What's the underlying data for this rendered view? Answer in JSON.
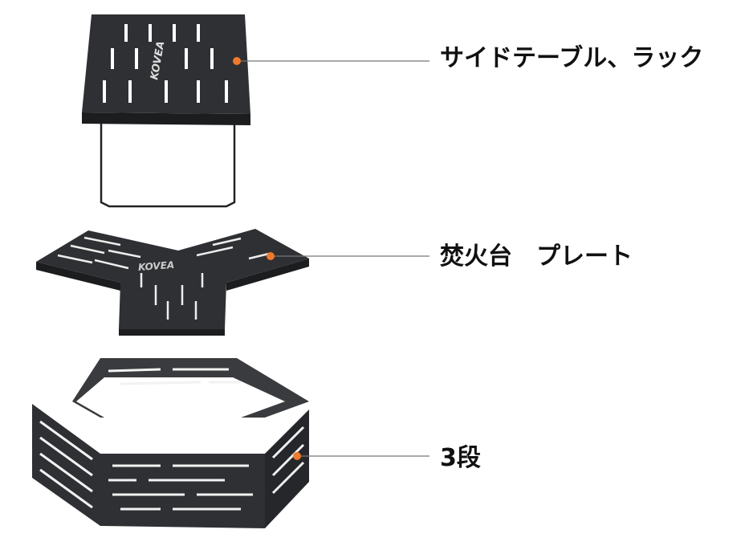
{
  "parts": [
    {
      "label": "サイドテーブル、ラック",
      "brand": "KOVEA"
    },
    {
      "label": "焚火台　プレート",
      "brand": "KOVEA"
    },
    {
      "label": "3段"
    }
  ],
  "colors": {
    "metal": "#2f3033",
    "metal_edge": "#1c1d1f",
    "marker": "#f07a2a",
    "leader": "#777777",
    "text": "#111111"
  }
}
